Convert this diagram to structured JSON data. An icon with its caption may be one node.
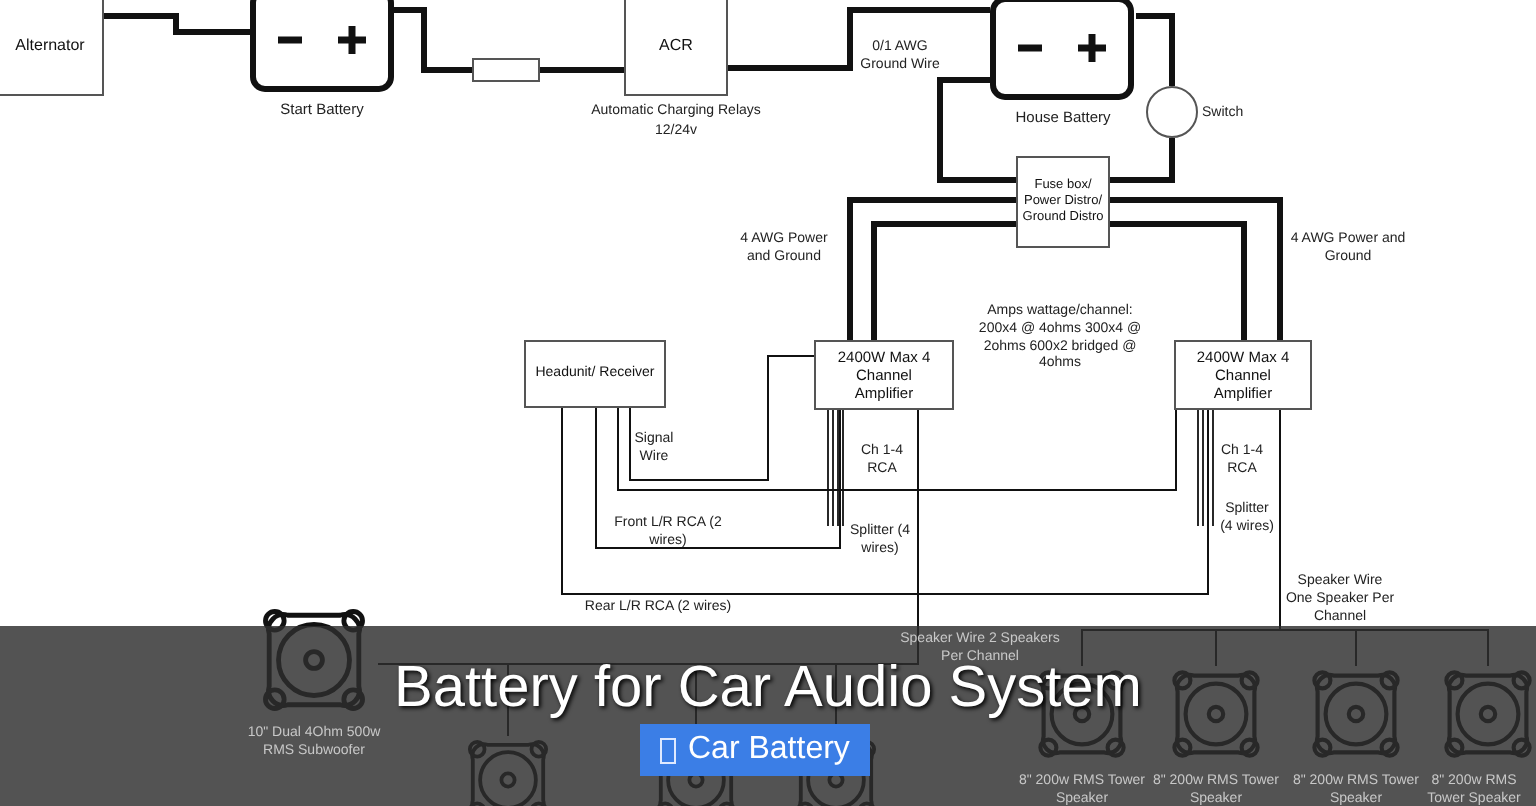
{
  "diagram": {
    "title": "Battery for Car Audio System",
    "nodes": [
      {
        "text": [
          "Alternator"
        ]
      },
      {
        "text": [
          "Start Battery"
        ]
      },
      {
        "text": [],
        "shape": "box"
      },
      {
        "text": [
          "ACR"
        ],
        "beside": [
          "Automatic Charging Relays",
          "12/24v"
        ]
      },
      {
        "text": [
          "House Battery"
        ]
      },
      {
        "text": [],
        "shape": "circle",
        "beside": [
          "Switch"
        ]
      },
      {
        "text": [
          "Fuse box/ Power Distro/ Ground Distro"
        ]
      },
      {
        "text": [
          "Headunit/ Receiver"
        ]
      },
      {
        "text": [
          "2400W Max 4 Channel Amplifier"
        ]
      },
      {
        "text": [
          "2400W Max 4 Channel Amplifier"
        ]
      },
      {
        "text": [],
        "shape": "picture",
        "beside": [
          "10\" Dual 4Ohm 500w RMS Subwoofer"
        ]
      },
      {
        "text": [],
        "shape": "picture"
      },
      {
        "text": [],
        "shape": "picture"
      },
      {
        "text": [],
        "shape": "picture"
      },
      {
        "text": [],
        "shape": "picture",
        "beside": [
          "8\" 200w RMS Tower Speaker"
        ]
      },
      {
        "text": [],
        "shape": "picture",
        "beside": [
          "8\" 200w RMS Tower Speaker"
        ]
      },
      {
        "text": [],
        "shape": "picture",
        "beside": [
          "8\" 200w RMS Tower Speaker"
        ]
      },
      {
        "text": [],
        "shape": "picture",
        "beside": [
          "8\" 200w RMS Tower Speaker"
        ]
      }
    ],
    "edges": [
      {
        "from": 0,
        "to": 1,
        "arrow": "none",
        "style": "thick"
      },
      {
        "from": 1,
        "to": 2,
        "arrow": "none",
        "style": "thick"
      },
      {
        "from": 2,
        "to": 3,
        "arrow": "none",
        "style": "thick"
      },
      {
        "from": 3,
        "to": 4,
        "arrow": "none",
        "style": "thick"
      },
      {
        "from": 4,
        "to": 6,
        "arrow": "none",
        "style": "thick"
      },
      {
        "from": 4,
        "to": 5,
        "arrow": "none",
        "style": "thick"
      },
      {
        "from": 5,
        "to": 6,
        "arrow": "none",
        "style": "thick"
      },
      {
        "from": 6,
        "to": 8,
        "arrow": "none",
        "style": "thick"
      },
      {
        "from": 6,
        "to": 8,
        "arrow": "none",
        "style": "thick"
      },
      {
        "from": 6,
        "to": 9,
        "arrow": "none",
        "style": "thick"
      },
      {
        "from": 6,
        "to": 9,
        "arrow": "none",
        "style": "thick"
      },
      {
        "from": 7,
        "to": 8,
        "arrow": "none"
      },
      {
        "from": 7,
        "to": 9,
        "arrow": "none"
      },
      {
        "from": 7,
        "to": 8,
        "arrow": "none"
      },
      {
        "from": 7,
        "to": 9,
        "arrow": "none"
      },
      {
        "from": 8,
        "to": 11,
        "arrow": "none"
      },
      {
        "from": 8,
        "to": 12,
        "arrow": "none"
      },
      {
        "from": 8,
        "to": 13,
        "arrow": "none"
      },
      {
        "from": 8,
        "to": 10,
        "arrow": "none"
      },
      {
        "from": 9,
        "to": 14,
        "arrow": "none"
      },
      {
        "from": 9,
        "to": 15,
        "arrow": "none"
      },
      {
        "from": 9,
        "to": 16,
        "arrow": "none"
      },
      {
        "from": 9,
        "to": 17,
        "arrow": "none"
      }
    ],
    "labels": [
      "0/1 AWG Ground Wire",
      "4 AWG Power and Ground",
      "4 AWG Power and Ground",
      "Amps wattage/channel: 200x4 @ 4ohms 300x4 @ 2ohms 600x2 bridged @ 4ohms",
      "Signal Wire",
      "Ch 1-4 RCA",
      "Ch 1-4 RCA",
      "Front L/R RCA (2 wires)",
      "Splitter (4 wires)",
      "Splitter (4 wires)",
      "Rear L/R RCA (2 wires)",
      "Speaker Wire One Speaker Per Channel",
      "Speaker Wire 2 Speakers Per Channel",
      "Car Battery"
    ]
  }
}
